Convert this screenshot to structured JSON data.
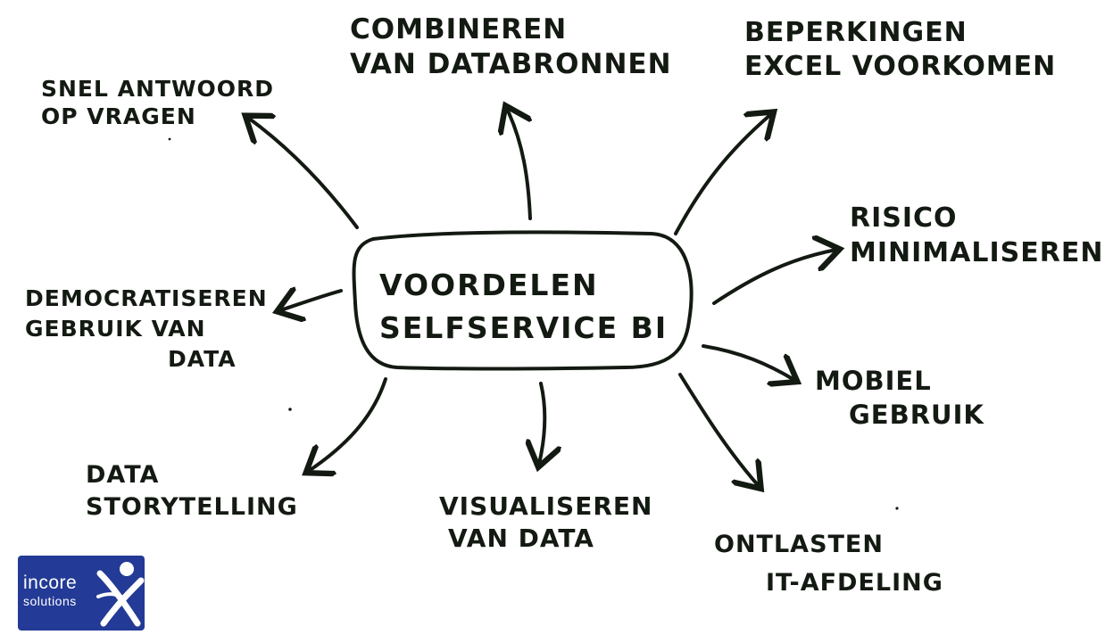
{
  "center": {
    "line1": "VOORDELEN",
    "line2": "SELFSERVICE BI"
  },
  "benefits": {
    "snel": {
      "line1": "SNEL ANTWOORD",
      "line2": "OP VRAGEN"
    },
    "combineren": {
      "line1": "COMBINEREN",
      "line2": "VAN DATABRONNEN"
    },
    "beperkingen": {
      "line1": "BEPERKINGEN",
      "line2": "EXCEL VOORKOMEN"
    },
    "risico": {
      "line1": "RISICO",
      "line2": "MINIMALISEREN"
    },
    "democratiseren": {
      "line1": "DEMOCRATISEREN",
      "line2": "GEBRUIK VAN",
      "line3": "DATA"
    },
    "mobiel": {
      "line1": "MOBIEL",
      "line2": "GEBRUIK"
    },
    "data_storytelling": {
      "line1": "DATA",
      "line2": "STORYTELLING"
    },
    "visualiseren": {
      "line1": "VISUALISEREN",
      "line2": "VAN DATA"
    },
    "ontlasten": {
      "line1": "ONTLASTEN",
      "line2": "IT-AFDELING"
    }
  },
  "logo": {
    "name": "incore",
    "tagline": "solutions",
    "icon": "person-x-icon"
  },
  "colors": {
    "ink": "#131a12",
    "background": "#ffffff",
    "logo_blue": "#233a96",
    "logo_text": "#ffffff"
  }
}
